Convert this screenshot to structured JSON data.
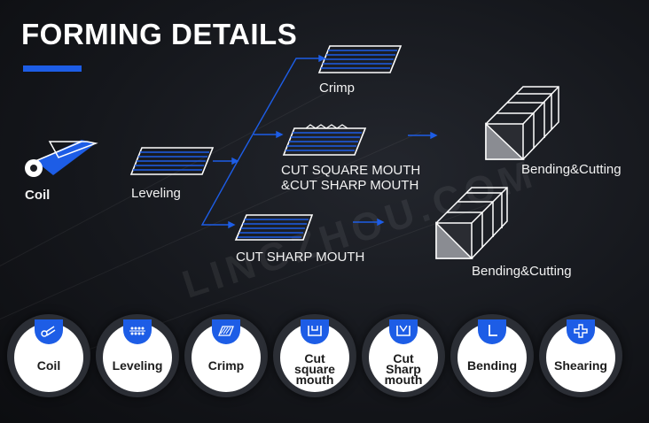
{
  "title": "FORMING DETAILS",
  "watermark": "LINGZHOU.COM",
  "flow": {
    "coil": "Coil",
    "leveling": "Leveling",
    "crimp": "Crimp",
    "cut_square_line1": "CUT SQUARE MOUTH",
    "cut_square_line2": "&CUT SHARP MOUTH",
    "cut_sharp": "CUT SHARP MOUTH",
    "bending_top": "Bending&Cutting",
    "bending_bottom": "Bending&Cutting"
  },
  "steps": [
    {
      "icon": "coil-icon",
      "line1": "Coil",
      "line2": "",
      "line3": ""
    },
    {
      "icon": "leveling-icon",
      "line1": "Leveling",
      "line2": "",
      "line3": ""
    },
    {
      "icon": "crimp-icon",
      "line1": "Crimp",
      "line2": "",
      "line3": ""
    },
    {
      "icon": "cut-square-icon",
      "line1": "Cut",
      "line2": "square",
      "line3": "mouth"
    },
    {
      "icon": "cut-sharp-icon",
      "line1": "Cut",
      "line2": "Sharp",
      "line3": "mouth"
    },
    {
      "icon": "bending-icon",
      "line1": "Bending",
      "line2": "",
      "line3": ""
    },
    {
      "icon": "shearing-icon",
      "line1": "Shearing",
      "line2": "",
      "line3": ""
    }
  ],
  "colors": {
    "accent": "#1d5de6",
    "background": "#15171c",
    "text": "#ffffff"
  }
}
